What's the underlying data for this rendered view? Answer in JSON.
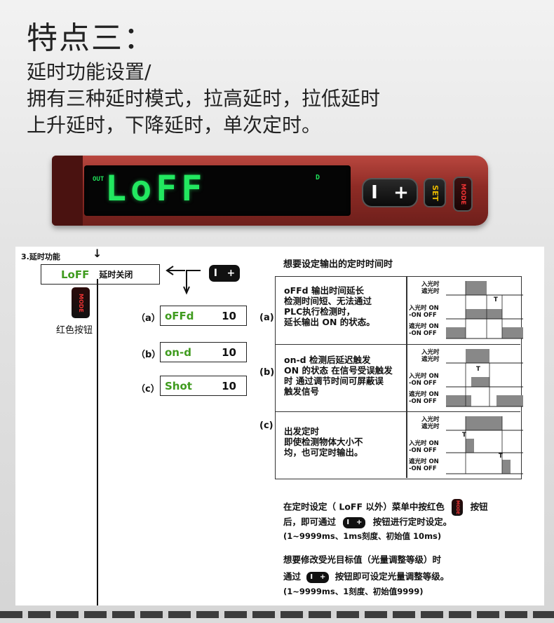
{
  "header": {
    "title": "特点三：",
    "line1": "延时功能设置/",
    "line2": "拥有三种延时模式，拉高延时，拉低延时",
    "line3": "上升延时，下降延时，单次定时。"
  },
  "device": {
    "out_label": "OUT",
    "display": "LoFF",
    "d_label": "D",
    "minus": "I",
    "plus": "+",
    "set": "SET",
    "mode": "MODE",
    "display_color": "#22e860",
    "body_color": "#8e2b25"
  },
  "diagram": {
    "section_title": "3.延时功能",
    "main_code": "LoFF",
    "main_label": "延时关闭",
    "red_button_label": "红色按钮",
    "mode_icon": "MODE",
    "pm_minus": "I",
    "pm_plus": "+",
    "options": [
      {
        "tag": "（a）",
        "code": "oFFd",
        "value": "10"
      },
      {
        "tag": "（b）",
        "code": "on-d",
        "value": "10"
      },
      {
        "tag": "（c）",
        "code": "Shot",
        "value": "10"
      }
    ],
    "table_title": "想要设定输出的定时时间时",
    "rows": [
      {
        "tag": "(a)",
        "lines": [
          "oFFd 输出时间延长",
          "检测时间短、无法通过",
          "PLC执行检测时，",
          "延长输出 ON 的状态。"
        ]
      },
      {
        "tag": "(b)",
        "lines": [
          "on-d  检测后延迟触发",
          "ON 的状态 在信号受误触发",
          "时 通过调节时间可屏蔽误",
          "触发信号"
        ]
      },
      {
        "tag": "(c)",
        "lines": [
          "出发定时",
          "即使检测物体大小不",
          "均，也可定时输出。"
        ]
      }
    ],
    "timing": {
      "light_in": "入光时",
      "light_block": "遮光时",
      "in_on": "入光时  ON",
      "off1": "-ON     OFF",
      "block_on": "遮光时  ON",
      "off2": "-ON     OFF",
      "t": "T"
    },
    "note1_a": "在定时设定（ LoFF 以外）菜单中按红色",
    "note1_b": "按钮",
    "note2_a": "后，即可通过",
    "note2_b": "按钮进行定时设定。",
    "note3": "(1~9999ms、1ms刻度、初始值 10ms)",
    "note4": "想要修改受光目标值（光量调整等级）时",
    "note5_a": "通过",
    "note5_b": "按钮即可设定光量调整等级。",
    "note6": "(1~9999ms、1刻度、初始值9999)"
  }
}
